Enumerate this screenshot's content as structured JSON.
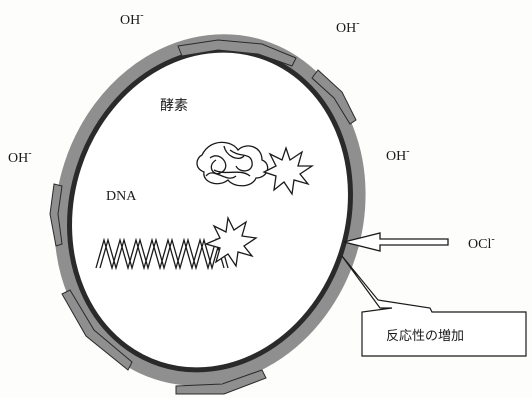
{
  "ions": {
    "hydroxide": "OH",
    "charge": "-",
    "hypochlorite": "OCl"
  },
  "labels": {
    "enzyme": "酵素",
    "dna": "DNA",
    "callout": "反応性の増加"
  },
  "colors": {
    "background": "#fdfdfb",
    "membrane_dark": "#2a2a2a",
    "membrane_gray": "#8f8f8f",
    "line": "#1a1a1a"
  }
}
